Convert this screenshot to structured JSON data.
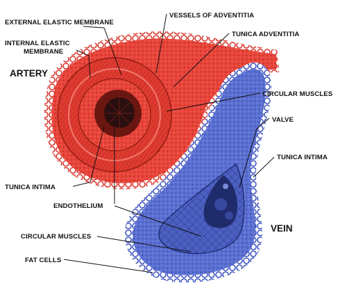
{
  "structures": {
    "artery": "ARTERY",
    "vein": "VEIN"
  },
  "labels": {
    "external_elastic_membrane": "EXTERNAL ELASTIC MEMBRANE",
    "internal_elastic_membrane_line1": "INTERNAL ELASTIC",
    "internal_elastic_membrane_line2": "MEMBRANE",
    "vessels_of_adventitia": "VESSELS OF ADVENTITIA",
    "tunica_adventitia": "TUNICA ADVENTITIA",
    "circular_muscles_artery": "CIRCULAR MUSCLES",
    "valve": "VALVE",
    "tunica_intima_vein": "TUNICA INTIMA",
    "tunica_intima_artery": "TUNICA INTIMA",
    "endothelium": "ENDOTHELIUM",
    "circular_muscles_vein": "CIRCULAR MUSCLES",
    "fat_cells": "FAT CELLS"
  },
  "colors": {
    "artery_red": "#e8433a",
    "artery_dark": "#c2291f",
    "vein_blue": "#5a6fd0",
    "vein_dark": "#2d3e93",
    "lumen_dark": "#2a0f10"
  }
}
